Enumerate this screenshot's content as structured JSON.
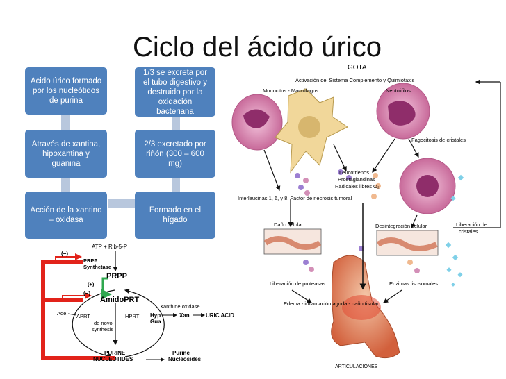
{
  "slide": {
    "title": "Ciclo del ácido úrico"
  },
  "flow_boxes": {
    "b1": "Acido úrico  formado por los nucleótidos de purina",
    "b2": "Através de xantina, hipoxantina y guanina",
    "b3": "Acción de la xantino – oxidasa",
    "b4": "Formado en el hígado",
    "b5": "2/3 excretado por riñón (300 – 600 mg)",
    "b6": "1/3 se excreta por el tubo digestivo y destruido por la oxidación bacteriana"
  },
  "pathway": {
    "atp": "ATP + Rib-5-P",
    "inhib1": "(−)",
    "prpp_synth_1": "PRPP",
    "prpp_synth_2": "Synthetase",
    "prpp": "PRPP",
    "plus": "(+)",
    "inhib2": "(−)",
    "amidoprt": "AmidoPRT",
    "ade": "Ade",
    "aprt": "APRT",
    "hprt": "HPRT",
    "denovo_1": "de novo",
    "denovo_2": "synthesis",
    "xo": "Xanthine oxidase",
    "hyp": "Hyp",
    "gua": "Gua",
    "xan": "Xan",
    "uric": "URIC ACID",
    "purine_1": "PURINE",
    "purine_2": "NUCLEOTIDES",
    "purine_nuc_1": "Purine",
    "purine_nuc_2": "Nucleosides"
  },
  "gout": {
    "title": "GOTA",
    "activation": "Activación del Sistema Complemento y Quimiotaxis",
    "monocytes": "Monocitos - Macrófagos",
    "neutrophils": "Neutrófilos",
    "phagocytosis": "Fagocitosis de cristales",
    "leuko": "Leucotrienos",
    "prosta": "Prostaglandinas",
    "radicals": "Radicales libres O₂",
    "interleukins": "Interleucinas 1, 6, y 8. Factor de necrosis tumoral",
    "damage": "Daño celular",
    "disintegration": "Desintegración celular",
    "crystal_release_1": "Liberación de",
    "crystal_release_2": "cristales",
    "proteases": "Liberación de proteasas",
    "enzymes": "Enzimas lisosomales",
    "edema": "Edema - inflamación aguda - daño tisular",
    "joints": "ARTICULACIONES"
  }
}
